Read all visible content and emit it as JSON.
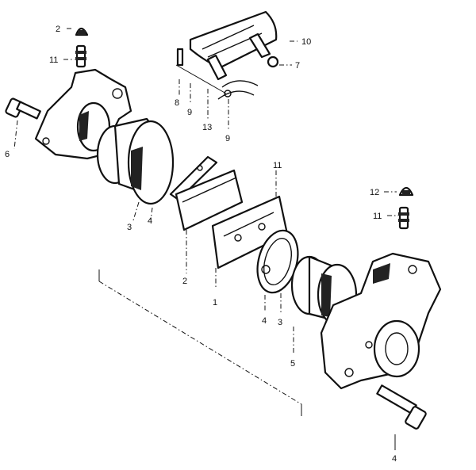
{
  "labels": {
    "l2_top": "2",
    "l11_top": "11",
    "l6": "6",
    "l10": "10",
    "l7": "7",
    "l8": "8",
    "l9a": "9",
    "l9b": "9",
    "l13": "13",
    "l11_mid": "11",
    "l3_left": "3",
    "l4_left": "4",
    "l2_pad": "2",
    "l1_pad": "1",
    "l12": "12",
    "l11_right": "11",
    "l4_seal": "4",
    "l3_seal": "3",
    "l5": "5",
    "l4_bolt": "4"
  }
}
